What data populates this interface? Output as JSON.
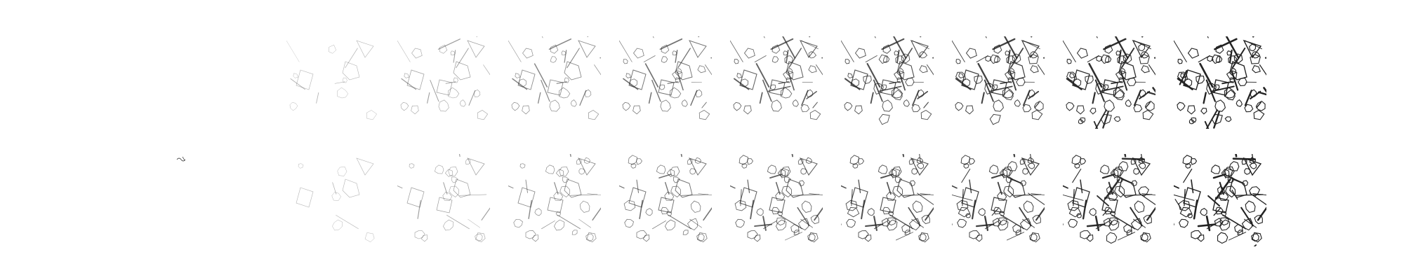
{
  "figure": {
    "rows": 2,
    "tiles_per_row": 10,
    "tile_shading_levels": [
      0.0,
      0.12,
      0.25,
      0.38,
      0.5,
      0.62,
      0.72,
      0.82,
      0.92,
      1.0
    ],
    "ink_color": "#222222",
    "background_color": "#ffffff",
    "row_variant": [
      "outline-progression",
      "outline-progression-alt"
    ]
  }
}
